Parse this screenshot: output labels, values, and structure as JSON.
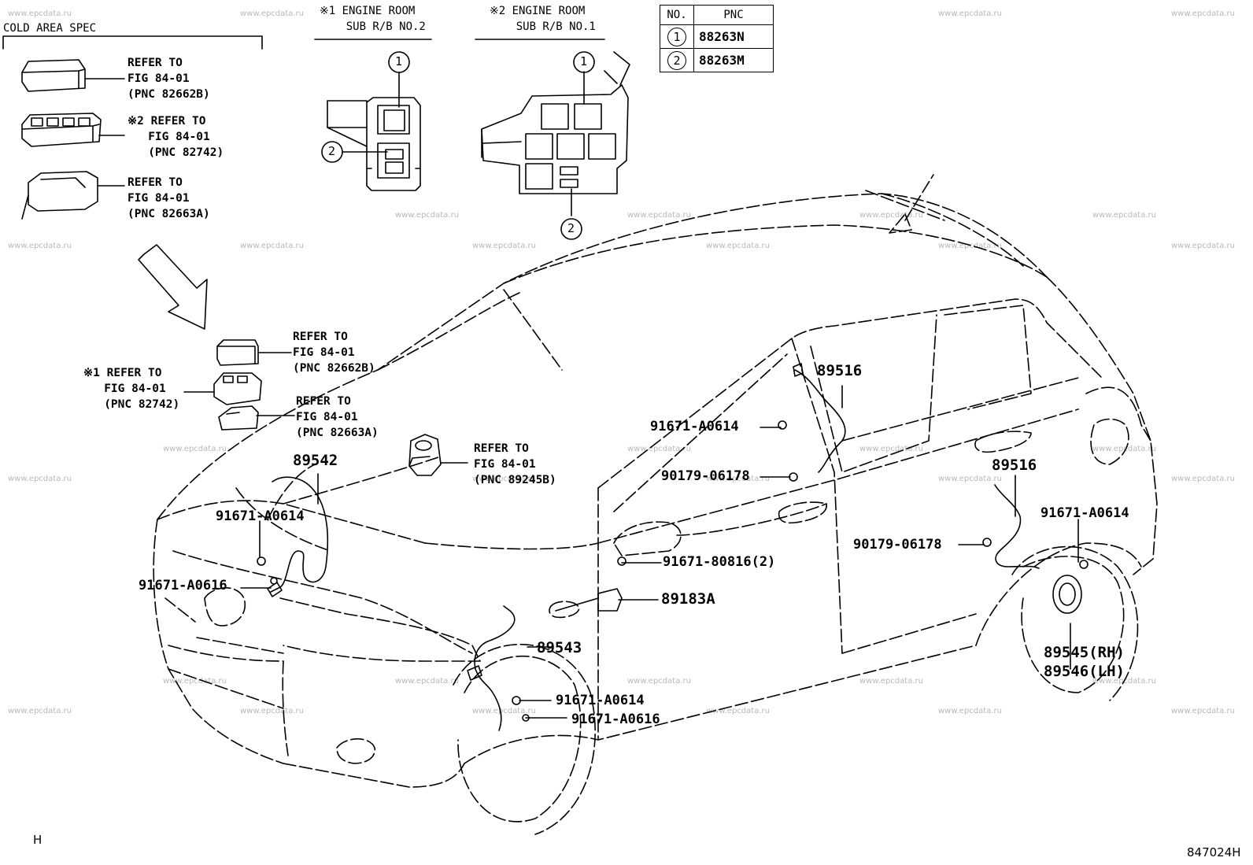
{
  "watermark": "www.epcdata.ru",
  "cold_area": {
    "title": "COLD AREA SPEC",
    "refs": [
      "REFER TO\nFIG 84-01\n(PNC 82662B)",
      "※2 REFER TO\n   FIG 84-01\n   (PNC 82742)",
      "REFER TO\nFIG 84-01\n(PNC 82663A)"
    ]
  },
  "engine_room_1": {
    "title": "※1 ENGINE ROOM\n    SUB R/B NO.2",
    "callout_1": "1",
    "callout_2": "2"
  },
  "engine_room_2": {
    "title": "※2 ENGINE ROOM\n    SUB R/B NO.1",
    "callout_1": "1",
    "callout_2": "2"
  },
  "pnc_table": {
    "header_no": "NO.",
    "header_pnc": "PNC",
    "rows": [
      {
        "no": "1",
        "pnc": "88263N"
      },
      {
        "no": "2",
        "pnc": "88263M"
      }
    ]
  },
  "relay_refs": [
    "REFER TO\nFIG 84-01\n(PNC 82662B)",
    "※1 REFER TO\n   FIG 84-01\n   (PNC 82742)",
    "REFER TO\nFIG 84-01\n(PNC 82663A)",
    "REFER TO\nFIG 84-01\n(PNC 89245B)"
  ],
  "parts": {
    "p89542": "89542",
    "p89543": "89543",
    "p89516a": "89516",
    "p89516b": "89516",
    "p89183a": "89183A",
    "p89545": "89545(RH)",
    "p89546": "89546(LH)",
    "b1": "91671-A0614",
    "b2": "91671-A0616",
    "b3": "91671-A0614",
    "b4": "90179-06178",
    "b5": "91671-80816(2)",
    "b6": "91671-A0614",
    "b7": "91671-A0616",
    "b8": "90179-06178",
    "b9": "91671-A0614"
  },
  "footer": {
    "left": "H",
    "right": "847024H"
  }
}
